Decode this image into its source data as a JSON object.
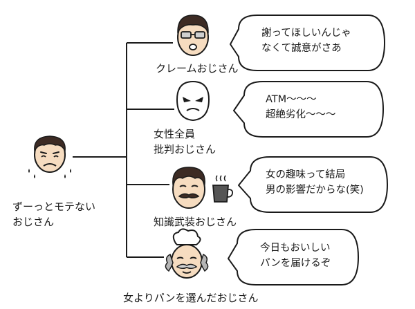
{
  "root": {
    "label_line1": "ずーっとモテない",
    "label_line2": "おじさん"
  },
  "branches": [
    {
      "label_lines": [
        "クレームおじさん"
      ],
      "bubble_lines": [
        "謝ってほしいんじゃ",
        "なくて誠意がさあ"
      ]
    },
    {
      "label_lines": [
        "女性全員",
        "批判おじさん"
      ],
      "bubble_lines": [
        "ATM～～～",
        "超絶劣化～～～"
      ]
    },
    {
      "label_lines": [
        "知識武装おじさん"
      ],
      "bubble_lines": [
        "女の趣味って結局",
        "男の影響だからな(笑)"
      ]
    },
    {
      "label_lines": [
        "女よりパンを選んだおじさん"
      ],
      "bubble_lines": [
        "今日もおいしい",
        "パンを届けるぞ"
      ]
    }
  ],
  "colors": {
    "line": "#1a1a1a",
    "skin": "#f6dcc0",
    "hair": "#3d2b24",
    "glasses": "#cfcfcf"
  }
}
